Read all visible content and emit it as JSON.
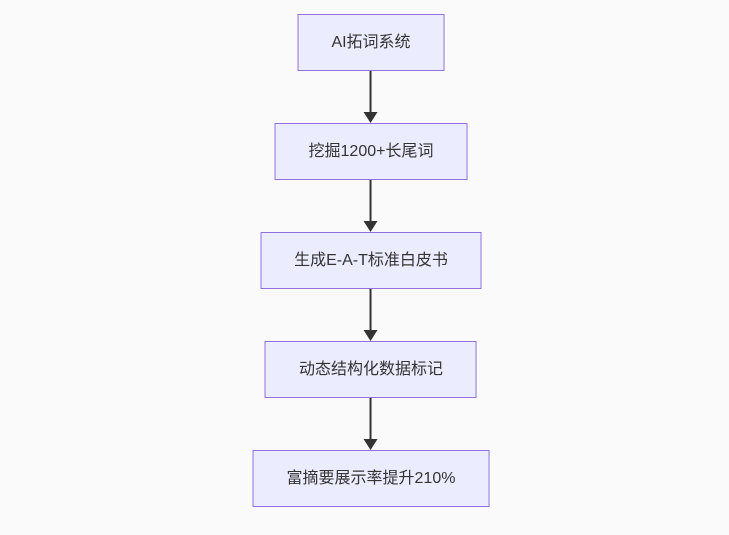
{
  "diagram": {
    "type": "flowchart",
    "direction": "top-down",
    "colors": {
      "background": "#fafafa",
      "node_fill": "#ececff",
      "node_border": "#9370db",
      "text": "#333333",
      "arrow": "#333333"
    },
    "nodes": [
      {
        "id": "n1",
        "label": "AI拓词系统"
      },
      {
        "id": "n2",
        "label": "挖掘1200+长尾词"
      },
      {
        "id": "n3",
        "label": "生成E-A-T标准白皮书"
      },
      {
        "id": "n4",
        "label": "动态结构化数据标记"
      },
      {
        "id": "n5",
        "label": "富摘要展示率提升210%"
      }
    ],
    "edges": [
      {
        "from": "n1",
        "to": "n2"
      },
      {
        "from": "n2",
        "to": "n3"
      },
      {
        "from": "n3",
        "to": "n4"
      },
      {
        "from": "n4",
        "to": "n5"
      }
    ]
  }
}
